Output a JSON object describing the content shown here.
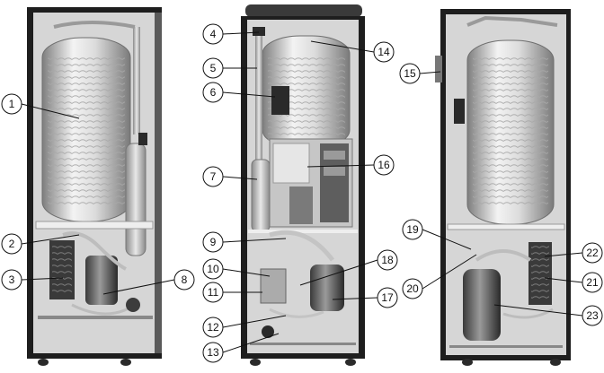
{
  "callouts": [
    "1",
    "2",
    "3",
    "4",
    "5",
    "6",
    "7",
    "8",
    "9",
    "10",
    "11",
    "12",
    "13",
    "14",
    "15",
    "16",
    "17",
    "18",
    "19",
    "20",
    "21",
    "22",
    "23"
  ],
  "colors": {
    "frame": "#222222",
    "panel_bg": "#d9d9d9",
    "tank_light": "#f2f2f2",
    "tank_dark": "#8c8c8c",
    "pipe": "#b5b5b5",
    "dark_part": "#2a2a2a",
    "callout_fill": "#ffffff",
    "callout_stroke": "#111111"
  }
}
